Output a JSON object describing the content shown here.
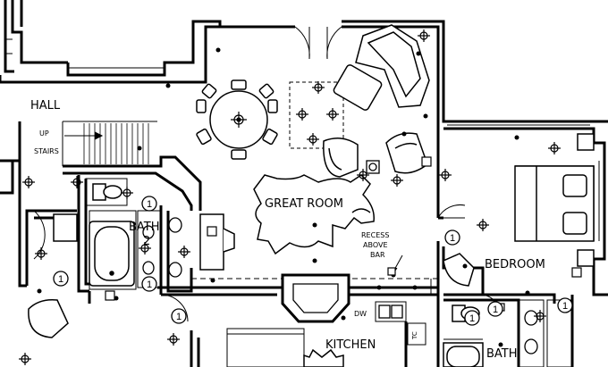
{
  "labels": {
    "hall": "HALL",
    "up": "UP",
    "stairs": "STAIRS",
    "great_room": "GREAT ROOM",
    "recess_1": "RECESS",
    "recess_2": "ABOVE",
    "recess_3": "BAR",
    "bath2_1": "BATH",
    "bath2_2": "2",
    "bedroom": "BEDROOM",
    "kitchen": "KITCHEN",
    "bath": "BATH",
    "dw": "DW",
    "tc": "TC"
  },
  "tags": {
    "t1": "1",
    "t2": "1",
    "t3": "1",
    "t4": "1",
    "t5": "1",
    "t6": "1",
    "t7": "1",
    "t8": "1",
    "t9": "1",
    "t10": "1"
  },
  "colors": {
    "ink": "#000000",
    "paper": "#ffffff",
    "dash": "#555555"
  },
  "icons": [
    "ceiling-light-icon",
    "door-swing-icon",
    "sink-icon",
    "toilet-icon",
    "bathtub-icon",
    "sofa-icon",
    "armchair-icon",
    "dining-table-icon",
    "bed-icon",
    "rug-icon",
    "stove-icon"
  ]
}
